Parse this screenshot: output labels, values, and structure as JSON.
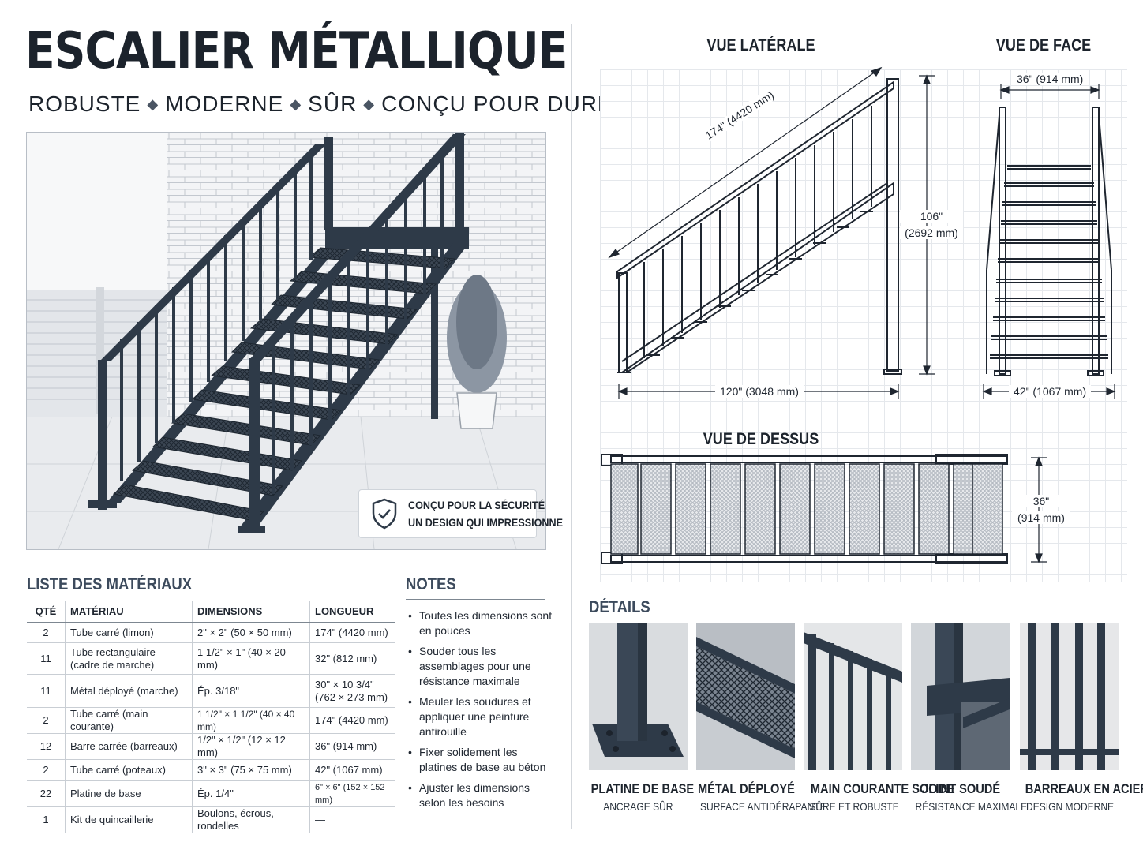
{
  "header": {
    "title": "ESCALIER MÉTALLIQUE",
    "tagline": [
      "ROBUSTE",
      "MODERNE",
      "SÛR",
      "CONÇU POUR DURER"
    ],
    "separator": "◆"
  },
  "badge": {
    "line1": "CONÇU POUR LA SÉCURITÉ",
    "line2": "UN DESIGN QUI IMPRESSIONNE"
  },
  "bom": {
    "title": "LISTE DES MATÉRIAUX",
    "columns": [
      "QTÉ",
      "MATÉRIAU",
      "DIMENSIONS",
      "LONGUEUR"
    ],
    "rows": [
      [
        "2",
        "Tube carré (limon)",
        "2\" × 2\" (50 × 50 mm)",
        "174\" (4420 mm)"
      ],
      [
        "11",
        "Tube rectangulaire\n(cadre de marche)",
        "1 1/2\" × 1\" (40 × 20 mm)",
        "32\" (812 mm)"
      ],
      [
        "11",
        "Métal déployé (marche)",
        "Ép. 3/18\"",
        "30\" × 10 3/4\"\n(762 × 273 mm)"
      ],
      [
        "2",
        "Tube carré (main courante)",
        "1 1/2\" × 1 1/2\" (40 × 40 mm)",
        "174\" (4420 mm)"
      ],
      [
        "12",
        "Barre carrée (barreaux)",
        "1/2\" × 1/2\" (12 × 12 mm)",
        "36\" (914 mm)"
      ],
      [
        "2",
        "Tube carré (poteaux)",
        "3\" × 3\" (75 × 75 mm)",
        "42\" (1067 mm)"
      ],
      [
        "22",
        "Platine de base",
        "Ép. 1/4\"",
        "6\" × 6\" (152 × 152 mm)"
      ],
      [
        "1",
        "Kit de quincaillerie",
        "Boulons, écrous, rondelles",
        "—"
      ]
    ]
  },
  "notes": {
    "title": "NOTES",
    "items": [
      "Toutes les dimensions sont en pouces",
      "Souder tous les assemblages pour une résistance maximale",
      "Meuler les soudures et appliquer une peinture antirouille",
      "Fixer solidement les platines de base au béton",
      "Ajuster les dimensions selon les besoins"
    ]
  },
  "views": {
    "side": {
      "title": "VUE LATÉRALE",
      "stringer_length": "174\" (4420 mm)",
      "height_in": "106\"",
      "height_mm": "(2692 mm)",
      "run": "120\" (3048 mm)"
    },
    "front": {
      "title": "VUE DE FACE",
      "top_width": "36\" (914 mm)",
      "base_width": "42\" (1067 mm)"
    },
    "top": {
      "title": "VUE DE DESSUS",
      "width_in": "36\"",
      "width_mm": "(914 mm)"
    }
  },
  "details": {
    "title": "DÉTAILS",
    "items": [
      {
        "title": "PLATINE DE BASE",
        "subtitle": "ANCRAGE SÛR"
      },
      {
        "title": "MÉTAL DÉPLOYÉ",
        "subtitle": "SURFACE ANTIDÉRAPANTE"
      },
      {
        "title": "MAIN COURANTE SOLIDE",
        "subtitle": "SÛRE ET ROBUSTE"
      },
      {
        "title": "JOINT SOUDÉ",
        "subtitle": "RÉSISTANCE MAXIMALE"
      },
      {
        "title": "BARREAUX EN ACIER",
        "subtitle": "DESIGN MODERNE"
      }
    ]
  },
  "colors": {
    "steel": "#2e3a48",
    "ink": "#1c232c",
    "accent": "#3c4a5c"
  },
  "icons": [
    "shield-check-icon"
  ]
}
